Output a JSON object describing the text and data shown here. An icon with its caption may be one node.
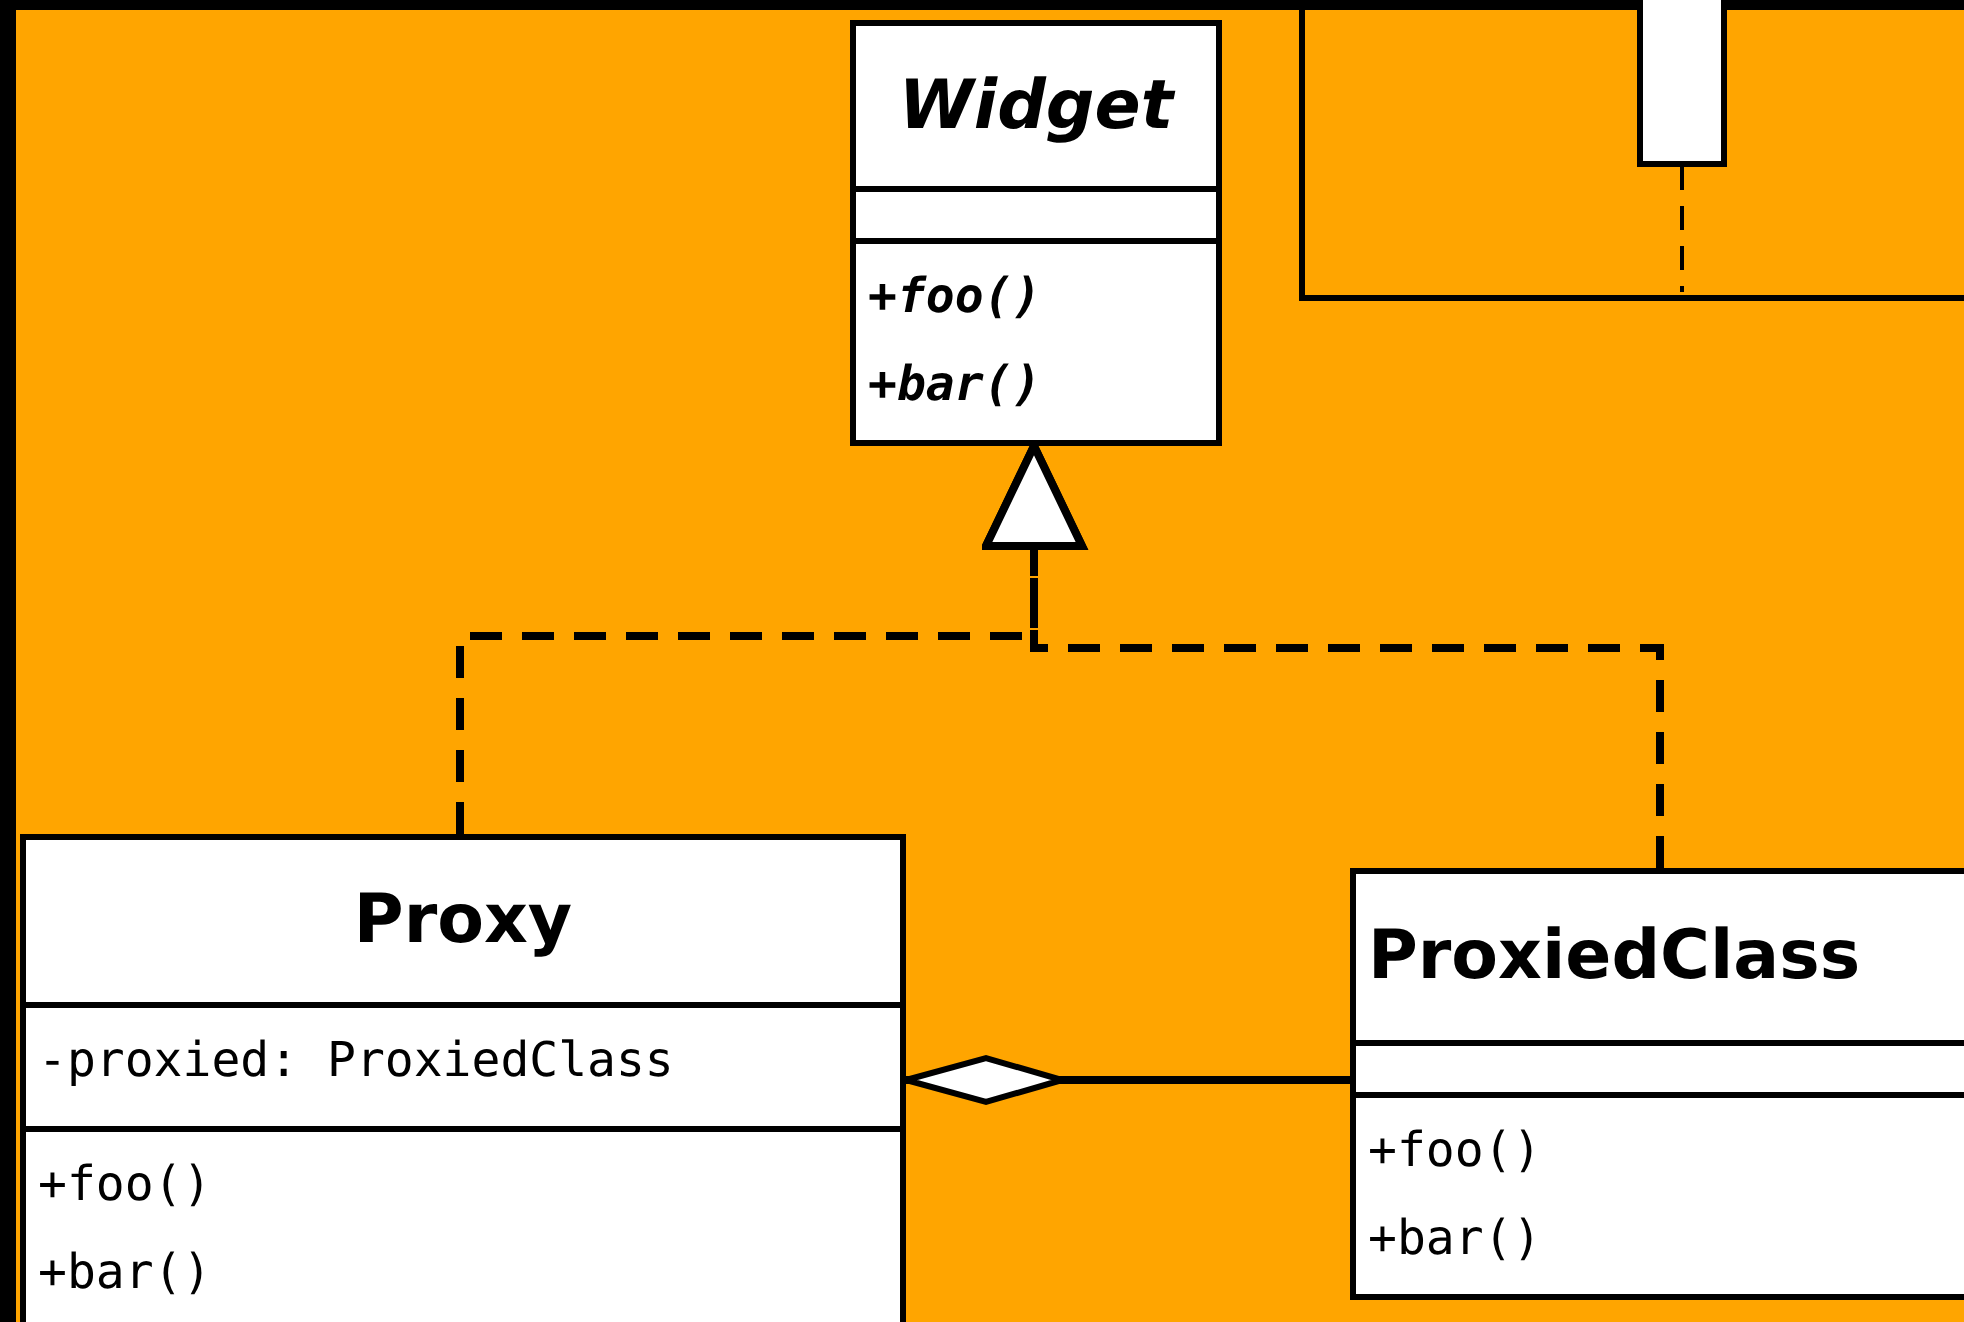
{
  "diagram": {
    "nodes": [
      {
        "text": [
          "Widget",
          "+foo()",
          "+bar()"
        ]
      },
      {
        "text": [
          "Proxy",
          "-proxied: ProxiedClass",
          "+foo()",
          "+bar()"
        ]
      },
      {
        "text": [
          "ProxiedClass",
          "+foo()",
          "+bar()"
        ]
      }
    ],
    "edges": [
      {
        "from": 1,
        "to": 0,
        "arrow": "to",
        "style": "dashed"
      },
      {
        "from": 2,
        "to": 0,
        "arrow": "to",
        "style": "dashed"
      },
      {
        "from": 2,
        "to": 1,
        "arrow": "other"
      }
    ]
  }
}
